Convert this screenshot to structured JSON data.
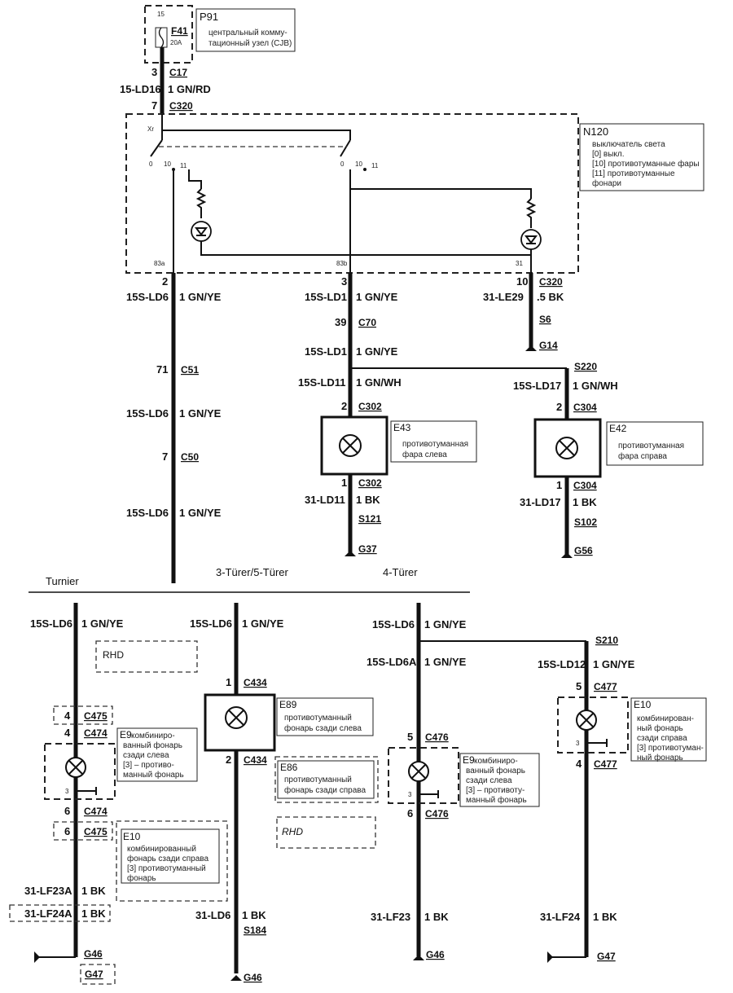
{
  "header_labels": {
    "turnier": "Turnier",
    "door35": "3-Türer/5-Türer",
    "door4": "4-Türer"
  },
  "p91": {
    "code": "P91",
    "desc1": "центральный комму-",
    "desc2": "тационный узел (CJB)",
    "pin": "15",
    "fuse": "F41",
    "fuse_rating": "20A"
  },
  "n120": {
    "code": "N120",
    "desc1": "выключатель света",
    "desc2": "[0] выкл.",
    "desc3": "[10] противотуманные фары",
    "desc4": "[11] противотуманные",
    "desc5": "фонари",
    "xr": "Xr",
    "sw_0": "0",
    "sw_10": "10",
    "sw_11": "11",
    "pin_83a": "83a",
    "pin_83b": "83b",
    "pin_31": "31"
  },
  "top_wires": {
    "pin3": "3",
    "c17": "C17",
    "w1": "15-LD16",
    "w1c": "1 GN/RD",
    "pin7": "7",
    "c320": "C320"
  },
  "left_col": {
    "p2": "2",
    "w1": "15S-LD6",
    "w1c": "1 GN/YE",
    "p71": "71",
    "c51": "C51",
    "w2": "15S-LD6",
    "w2c": "1 GN/YE",
    "p7": "7",
    "c50": "C50",
    "w3": "15S-LD6",
    "w3c": "1 GN/YE"
  },
  "mid_col": {
    "p3": "3",
    "w1": "15S-LD1",
    "w1c": "1 GN/YE",
    "p39": "39",
    "c70": "C70",
    "w2": "15S-LD1",
    "w2c": "1 GN/YE",
    "w3": "15S-LD11",
    "w3c": "1 GN/WH",
    "p2": "2",
    "c302a": "C302",
    "e43": "E43",
    "e43_d1": "противотуманная",
    "e43_d2": "фара слева",
    "p1": "1",
    "c302b": "C302",
    "w4": "31-LD11",
    "w4c": "1 BK",
    "s121": "S121",
    "g37": "G37"
  },
  "right_col": {
    "p10": "10",
    "c320": "C320",
    "w1": "31-LE29",
    "w1c": ".5 BK",
    "s6": "S6",
    "g14": "G14",
    "s220": "S220",
    "w2": "15S-LD17",
    "w2c": "1 GN/WH",
    "p2": "2",
    "c304a": "C304",
    "e42": "E42",
    "e42_d1": "противотуманная",
    "e42_d2": "фара справа",
    "p1": "1",
    "c304b": "C304",
    "w3": "31-LD17",
    "w3c": "1 BK",
    "s102": "S102",
    "g56": "G56"
  },
  "bottom_a": {
    "w1": "15S-LD6",
    "w1c": "1 GN/YE",
    "rhd": "RHD",
    "p4": "4",
    "c475": "C475",
    "p4b": "4",
    "c474": "C474",
    "e9": "E9",
    "e9_d1": "комбиниро-",
    "e9_d2": "ванный фонарь",
    "e9_d3": "сзади слева",
    "e9_d4": "[3] – противо-",
    "e9_d5": "манный фонарь",
    "p6": "6",
    "c474b": "C474",
    "p6b": "6",
    "c475b": "C475",
    "e10": "E10",
    "e10_d1": "комбинированный",
    "e10_d2": "фонарь сзади справа",
    "e10_d3": "[3] противотуманный",
    "e10_d4": "фонарь",
    "w2": "31-LF23A",
    "w2c": "1 BK",
    "w3": "31-LF24A",
    "w3c": "1 BK",
    "g46": "G46",
    "g47": "G47",
    "pin3": "3"
  },
  "bottom_b": {
    "w1": "15S-LD6",
    "w1c": "1 GN/YE",
    "p1": "1",
    "c434a": "C434",
    "e89": "E89",
    "e89_d1": "противотуманный",
    "e89_d2": "фонарь сзади слева",
    "p2": "2",
    "c434b": "C434",
    "e86": "E86",
    "e86_d1": "противотуманный",
    "e86_d2": "фонарь сзади справа",
    "rhd": "RHD",
    "w2": "31-LD6",
    "w2c": "1 BK",
    "s184": "S184",
    "g46": "G46"
  },
  "bottom_c": {
    "w1": "15S-LD6",
    "w1c": "1 GN/YE",
    "w2": "15S-LD6A",
    "w2c": "1 GN/YE",
    "p5": "5",
    "c476a": "C476",
    "e9": "E9",
    "e9_d1": "комбиниро-",
    "e9_d2": "ванный фонарь",
    "e9_d3": "сзади слева",
    "e9_d4": "[3] – противоту-",
    "e9_d5": "манный фонарь",
    "p6": "6",
    "c476b": "C476",
    "w3": "31-LF23",
    "w3c": "1 BK",
    "g46": "G46",
    "pin3": "3"
  },
  "bottom_d": {
    "s210": "S210",
    "w1": "15S-LD12",
    "w1c": "1 GN/YE",
    "p5": "5",
    "c477a": "C477",
    "e10": "E10",
    "e10_d1": "комбинирован-",
    "e10_d2": "ный фонарь",
    "e10_d3": "сзади справа",
    "e10_d4": "[3] противотуман-",
    "e10_d5": "ный фонарь",
    "p4": "4",
    "c477b": "C477",
    "w2": "31-LF24",
    "w2c": "1 BK",
    "g47": "G47",
    "pin3": "3"
  }
}
